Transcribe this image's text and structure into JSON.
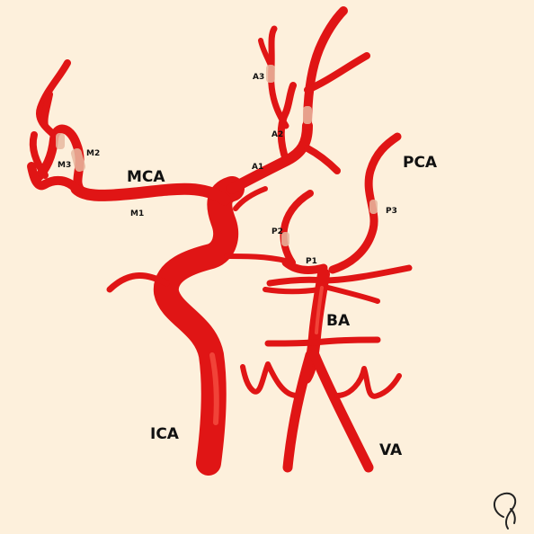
{
  "labels": {
    "mca": "MCA",
    "m1": "M1",
    "m2": "M2",
    "m3": "M3",
    "a1": "A1",
    "a2": "A2",
    "a3": "A3",
    "pca": "PCA",
    "p1": "P1",
    "p2": "P2",
    "p3": "P3",
    "ba": "BA",
    "ica": "ICA",
    "va": "VA"
  },
  "colors": {
    "background": "#fdf0dc",
    "artery": "#e01515",
    "highlight": "#ff6a55",
    "segment_marker": "#e7b9a0"
  },
  "signature": "artist-logo-icon"
}
